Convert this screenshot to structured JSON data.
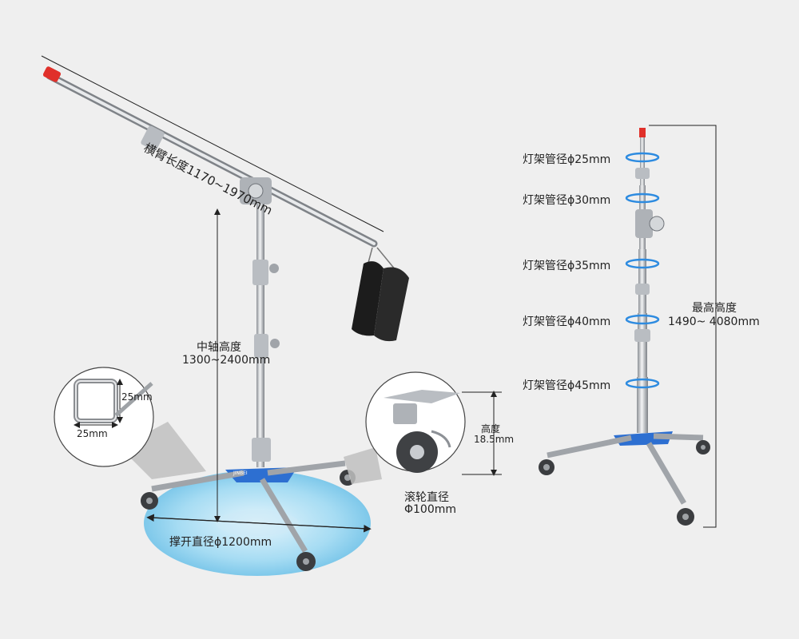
{
  "left_stand": {
    "boom_length": "横臂长度1170~1970mm",
    "center_height_title": "中轴高度",
    "center_height_value": "1300~2400mm",
    "tube_size_w": "25mm",
    "tube_size_h": "25mm",
    "caster_height_title": "高度",
    "caster_height_value": "18.5mm",
    "wheel_title": "滚轮直径",
    "wheel_value": "Φ100mm",
    "spread_diameter": "撑开直径ϕ1200mm",
    "logo_text": "JINBEI"
  },
  "right_stand": {
    "tube_labels": [
      "灯架管径ϕ25mm",
      "灯架管径ϕ30mm",
      "灯架管径ϕ35mm",
      "灯架管径ϕ40mm",
      "灯架管径ϕ45mm"
    ],
    "max_height_title": "最高高度",
    "max_height_value": "1490~ 4080mm"
  },
  "colors": {
    "background": "#efefef",
    "chrome": "#c9ccd0",
    "chrome_dark": "#8d9196",
    "accent_blue": "#2d6fd1",
    "red_spigot": "#e0302a",
    "footprint_blue": "#8fd3f0",
    "sandbag": "#1c1c1c"
  }
}
